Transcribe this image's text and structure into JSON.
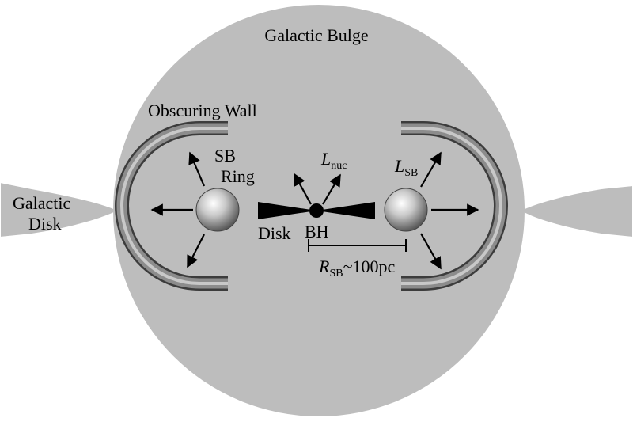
{
  "labels": {
    "bulge": "Galactic Bulge",
    "disk_line1": "Galactic",
    "disk_line2": "Disk",
    "wall": "Obscuring Wall",
    "sb_line1": "SB",
    "sb_line2": "Ring",
    "lnuc_main": "L",
    "lnuc_sub": "nuc",
    "lsb_main": "L",
    "lsb_sub": "SB",
    "accretion_disk": "Disk",
    "black_hole": "BH",
    "radius_main": "R",
    "radius_sub": "SB",
    "radius_value": "~100pc"
  },
  "colors": {
    "bulge": "#bdbdbd",
    "wall": "#6e6e6e",
    "ink": "#000000"
  }
}
